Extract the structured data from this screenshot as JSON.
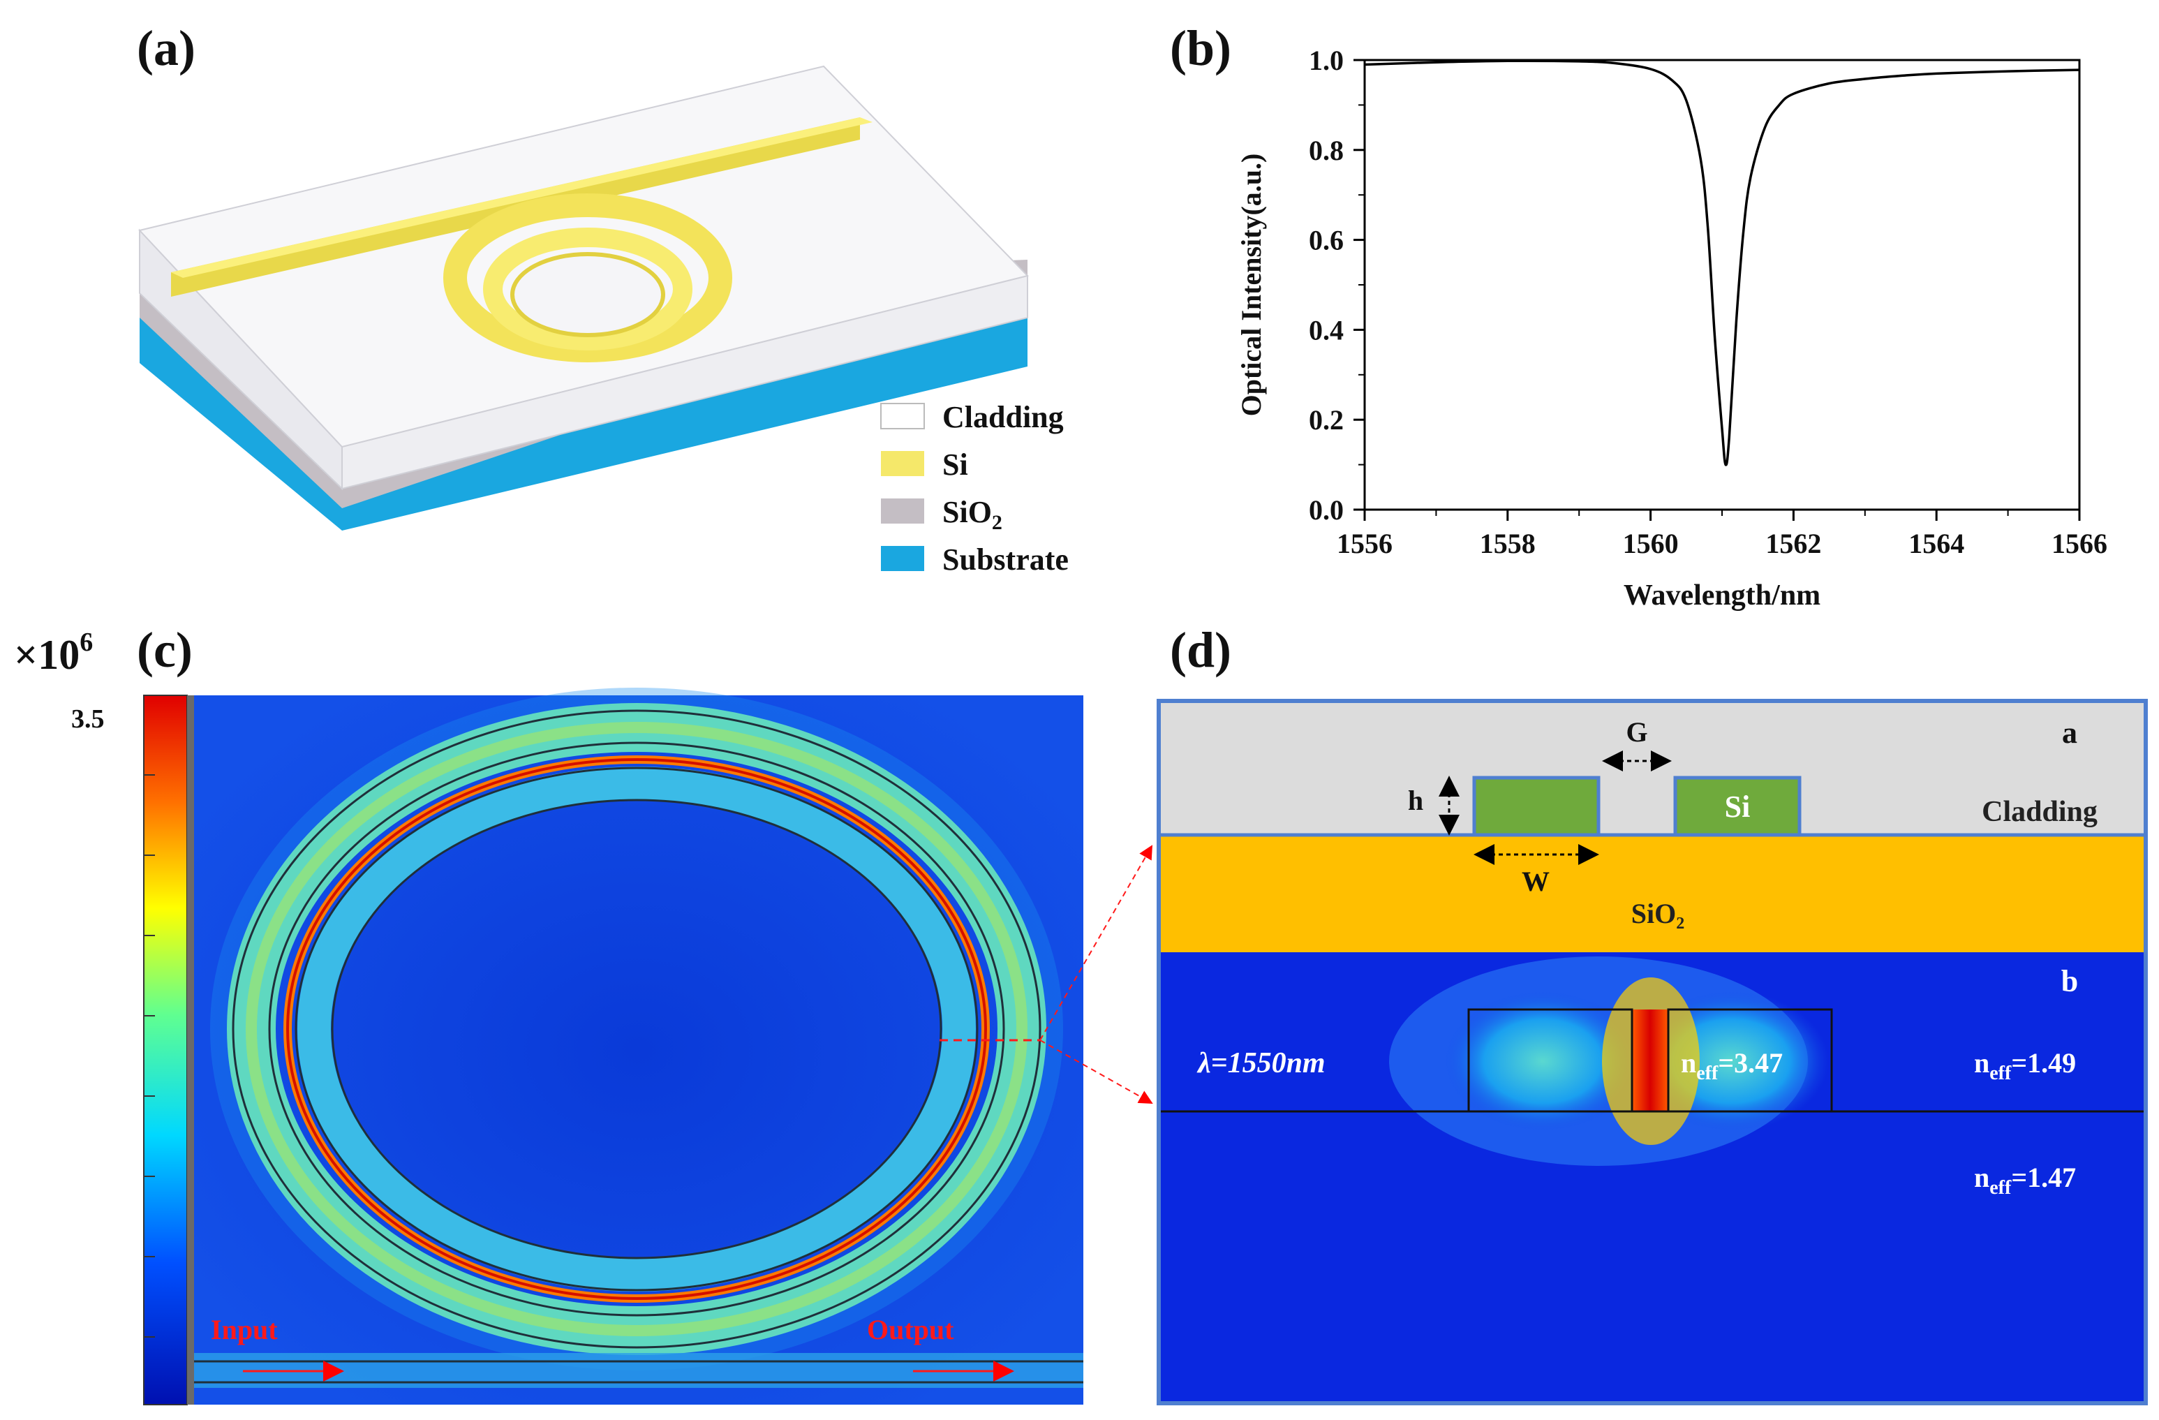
{
  "panels": {
    "a": {
      "label": "(a)",
      "legend": [
        {
          "label": "Cladding",
          "color": "#ffffff"
        },
        {
          "label": "Si",
          "color": "#f5e86a"
        },
        {
          "label": "SiO",
          "sub": "2",
          "color": "#c4bec4"
        },
        {
          "label": "Substrate",
          "color": "#1aa7e0"
        }
      ]
    },
    "b": {
      "label": "(b)"
    },
    "c": {
      "label": "(c)",
      "scale_multiplier": "×10",
      "scale_exponent": "6",
      "colorbar_max": "3.5",
      "input_label": "Input",
      "output_label": "Output"
    },
    "d": {
      "label": "(d)",
      "sub_a": "a",
      "sub_b": "b",
      "gap_label": "G",
      "height_label": "h",
      "width_label": "W",
      "si_label": "Si",
      "cladding_label": "Cladding",
      "sio2_label": "SiO₂",
      "lambda_label": "λ=1550nm",
      "neff_core": {
        "n": "n",
        "sub": "eff",
        "val": "=3.47"
      },
      "neff_clad": {
        "n": "n",
        "sub": "eff",
        "val": "=1.49"
      },
      "neff_sub": {
        "n": "n",
        "sub": "eff",
        "val": "=1.47"
      }
    }
  },
  "chart_data": {
    "type": "line",
    "title": "",
    "xlabel": "Wavelength/nm",
    "ylabel": "Optical Intensity(a.u.)",
    "xlim": [
      1556,
      1566
    ],
    "ylim": [
      0.0,
      1.0
    ],
    "xticks": [
      "1556",
      "1558",
      "1560",
      "1562",
      "1564",
      "1566"
    ],
    "yticks": [
      "0.0",
      "0.2",
      "0.4",
      "0.6",
      "0.8",
      "1.0"
    ],
    "grid": false,
    "series": [
      {
        "x": [
          1556.0,
          1557.0,
          1558.0,
          1559.0,
          1559.5,
          1560.0,
          1560.3,
          1560.5,
          1560.7,
          1560.8,
          1560.9,
          1561.0,
          1561.05,
          1561.1,
          1561.2,
          1561.3,
          1561.4,
          1561.6,
          1561.8,
          1562.0,
          1562.5,
          1563.0,
          1563.5,
          1564.0,
          1565.0,
          1566.0
        ],
        "y": [
          0.99,
          0.995,
          0.998,
          0.997,
          0.993,
          0.98,
          0.955,
          0.91,
          0.78,
          0.63,
          0.38,
          0.18,
          0.1,
          0.16,
          0.42,
          0.62,
          0.74,
          0.85,
          0.9,
          0.925,
          0.948,
          0.958,
          0.965,
          0.97,
          0.975,
          0.978
        ]
      }
    ]
  }
}
